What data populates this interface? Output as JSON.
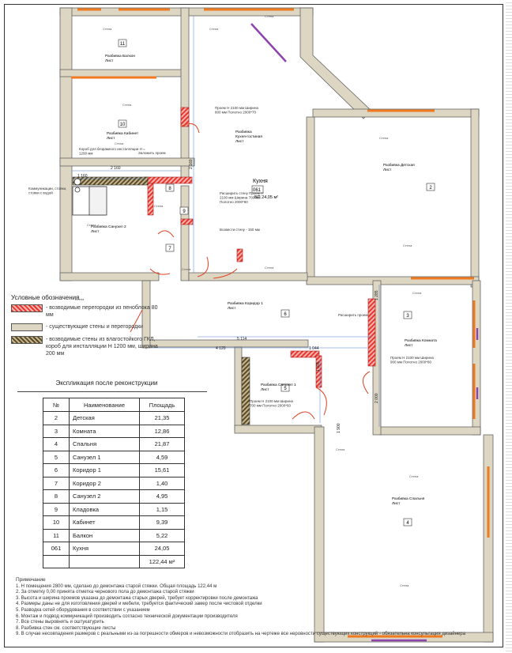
{
  "legend": {
    "title": "Условные обозначения",
    "items": [
      {
        "key": "new",
        "text": "- возводимые перегородки из пеноблока 80 мм"
      },
      {
        "key": "exist",
        "text": "- существующие стены и перегородки"
      },
      {
        "key": "box",
        "text": "- возводимые стены из влагостойкого ГКЛ, короб для инсталляции Н 1200 мм, ширина 200 мм"
      }
    ]
  },
  "explication": {
    "title": "Экспликация после реконструкции",
    "headers": [
      "№",
      "Наименование",
      "Площадь"
    ],
    "rows": [
      [
        "2",
        "Детская",
        "21,35"
      ],
      [
        "3",
        "Комната",
        "12,86"
      ],
      [
        "4",
        "Спальня",
        "21,87"
      ],
      [
        "5",
        "Санузел 1",
        "4,59"
      ],
      [
        "6",
        "Коридор 1",
        "15,61"
      ],
      [
        "7",
        "Коридор 2",
        "1,40"
      ],
      [
        "8",
        "Санузел 2",
        "4,95"
      ],
      [
        "9",
        "Кладовка",
        "1,15"
      ],
      [
        "10",
        "Кабинет",
        "9,39"
      ],
      [
        "11",
        "Балкон",
        "5,22"
      ],
      [
        "061",
        "Кухня",
        "24,05"
      ]
    ],
    "total": "122,44 м²"
  },
  "notes": {
    "title": "Примечание",
    "lines": [
      "1. Н помещения 2800 мм, сделано до демонтажа старой стяжки. Общая площадь 122,44 м",
      "2. За отметку 0,00 принята отметка чернового пола до демонтажа старой стяжки",
      "3. Высота и ширина проемов указана до демонтажа старых дверей, требует корректировки после демонтажа",
      "4. Размеры даны не для изготовления дверей и мебели, требуется фактический замер после чистовой отделки",
      "5. Разводка сетей оборудования в соответствии с указанием",
      "6. Монтаж и подвод коммуникаций производить согласно технической документации производителя",
      "7. Все стены выровнять и оштукатурить",
      "8. Разбивка стен см. соответствующие листы",
      "9. В случае несовпадения размеров с реальными из-за погрешности обмеров и невозможности отобразить на чертеже все неровности существующих конструкций - обязательна консультация дизайнера"
    ]
  },
  "plan": {
    "room_numbers": [
      "11",
      "10",
      "8",
      "7",
      "9",
      "2",
      "6",
      "3",
      "5",
      "4"
    ],
    "room_names": {
      "balcony": "Разбивка Балкон Лист",
      "cabinet": "Разбивка Кабинет Лист",
      "bath2": "Разбивка Санузел 2 Лист",
      "kitchen": "Разбивка Кухня-гостиная Лист",
      "kids": "Разбивка Детская Лист",
      "corridor": "Разбивка Коридор 1 Лист",
      "room": "Разбивка Комната Лист",
      "bath1": "Разбивка Санузел 1 Лист",
      "bedroom": "Разбивка Спальня Лист"
    },
    "kitchen_tag": {
      "name": "Кухня",
      "code": "061",
      "value": "ВП  24,05 м²"
    },
    "dims": [
      "2 160",
      "1 160",
      "2 160",
      "4 120",
      "1 044",
      "5 114",
      "1 285",
      "1 095",
      "1 900",
      "2 000"
    ],
    "annotations": [
      "Проем Н 2100 мм Ширина 800 мм Полотно 2000*70",
      "Расширить стену Проем Н 2100 мм Ширина 700 мм Полотно 2000*60",
      "Проем Н 2100 мм Ширина 900 мм Полотно 2000*80",
      "Проем Н 2100 мм Ширина 700 мм Полотно 2000*60",
      "Короб для безрамного инсталляции Н = 1200 мм",
      "Заложить проем",
      "Возвести стену - 150 мм",
      "Коммуникации, стояки, стояки с водой",
      "Расширить проем"
    ],
    "wall_label": "Стена"
  }
}
